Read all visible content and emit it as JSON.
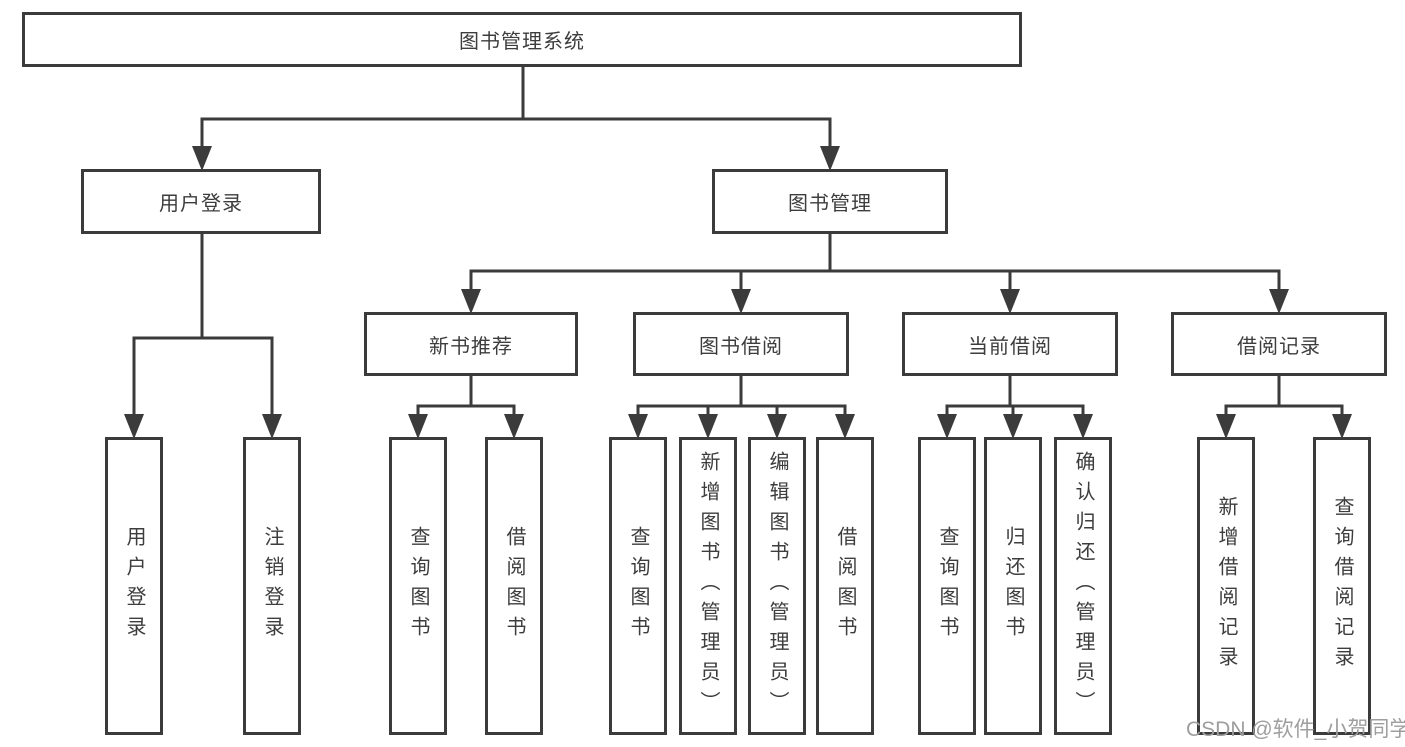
{
  "title": "图书管理系统",
  "tree": {
    "label": "图书管理系统",
    "children": [
      {
        "label": "用户登录",
        "children": [
          {
            "label": "用户登录"
          },
          {
            "label": "注销登录"
          }
        ]
      },
      {
        "label": "图书管理",
        "children": [
          {
            "label": "新书推荐",
            "children": [
              {
                "label": "查询图书"
              },
              {
                "label": "借阅图书"
              }
            ]
          },
          {
            "label": "图书借阅",
            "children": [
              {
                "label": "查询图书"
              },
              {
                "label": "新增图书（管理员）"
              },
              {
                "label": "编辑图书（管理员）"
              },
              {
                "label": "借阅图书"
              }
            ]
          },
          {
            "label": "当前借阅",
            "children": [
              {
                "label": "查询图书"
              },
              {
                "label": "归还图书"
              },
              {
                "label": "确认归还（管理员）"
              }
            ]
          },
          {
            "label": "借阅记录",
            "children": [
              {
                "label": "新增借阅记录"
              },
              {
                "label": "查询借阅记录"
              }
            ]
          }
        ]
      }
    ]
  },
  "watermark": {
    "text": "CSDN @软件_小贺同学"
  },
  "colors": {
    "line": "#3b3b3b",
    "text": "#3d3d3d",
    "watermark": "#9e9e9e",
    "background": "#ffffff"
  }
}
